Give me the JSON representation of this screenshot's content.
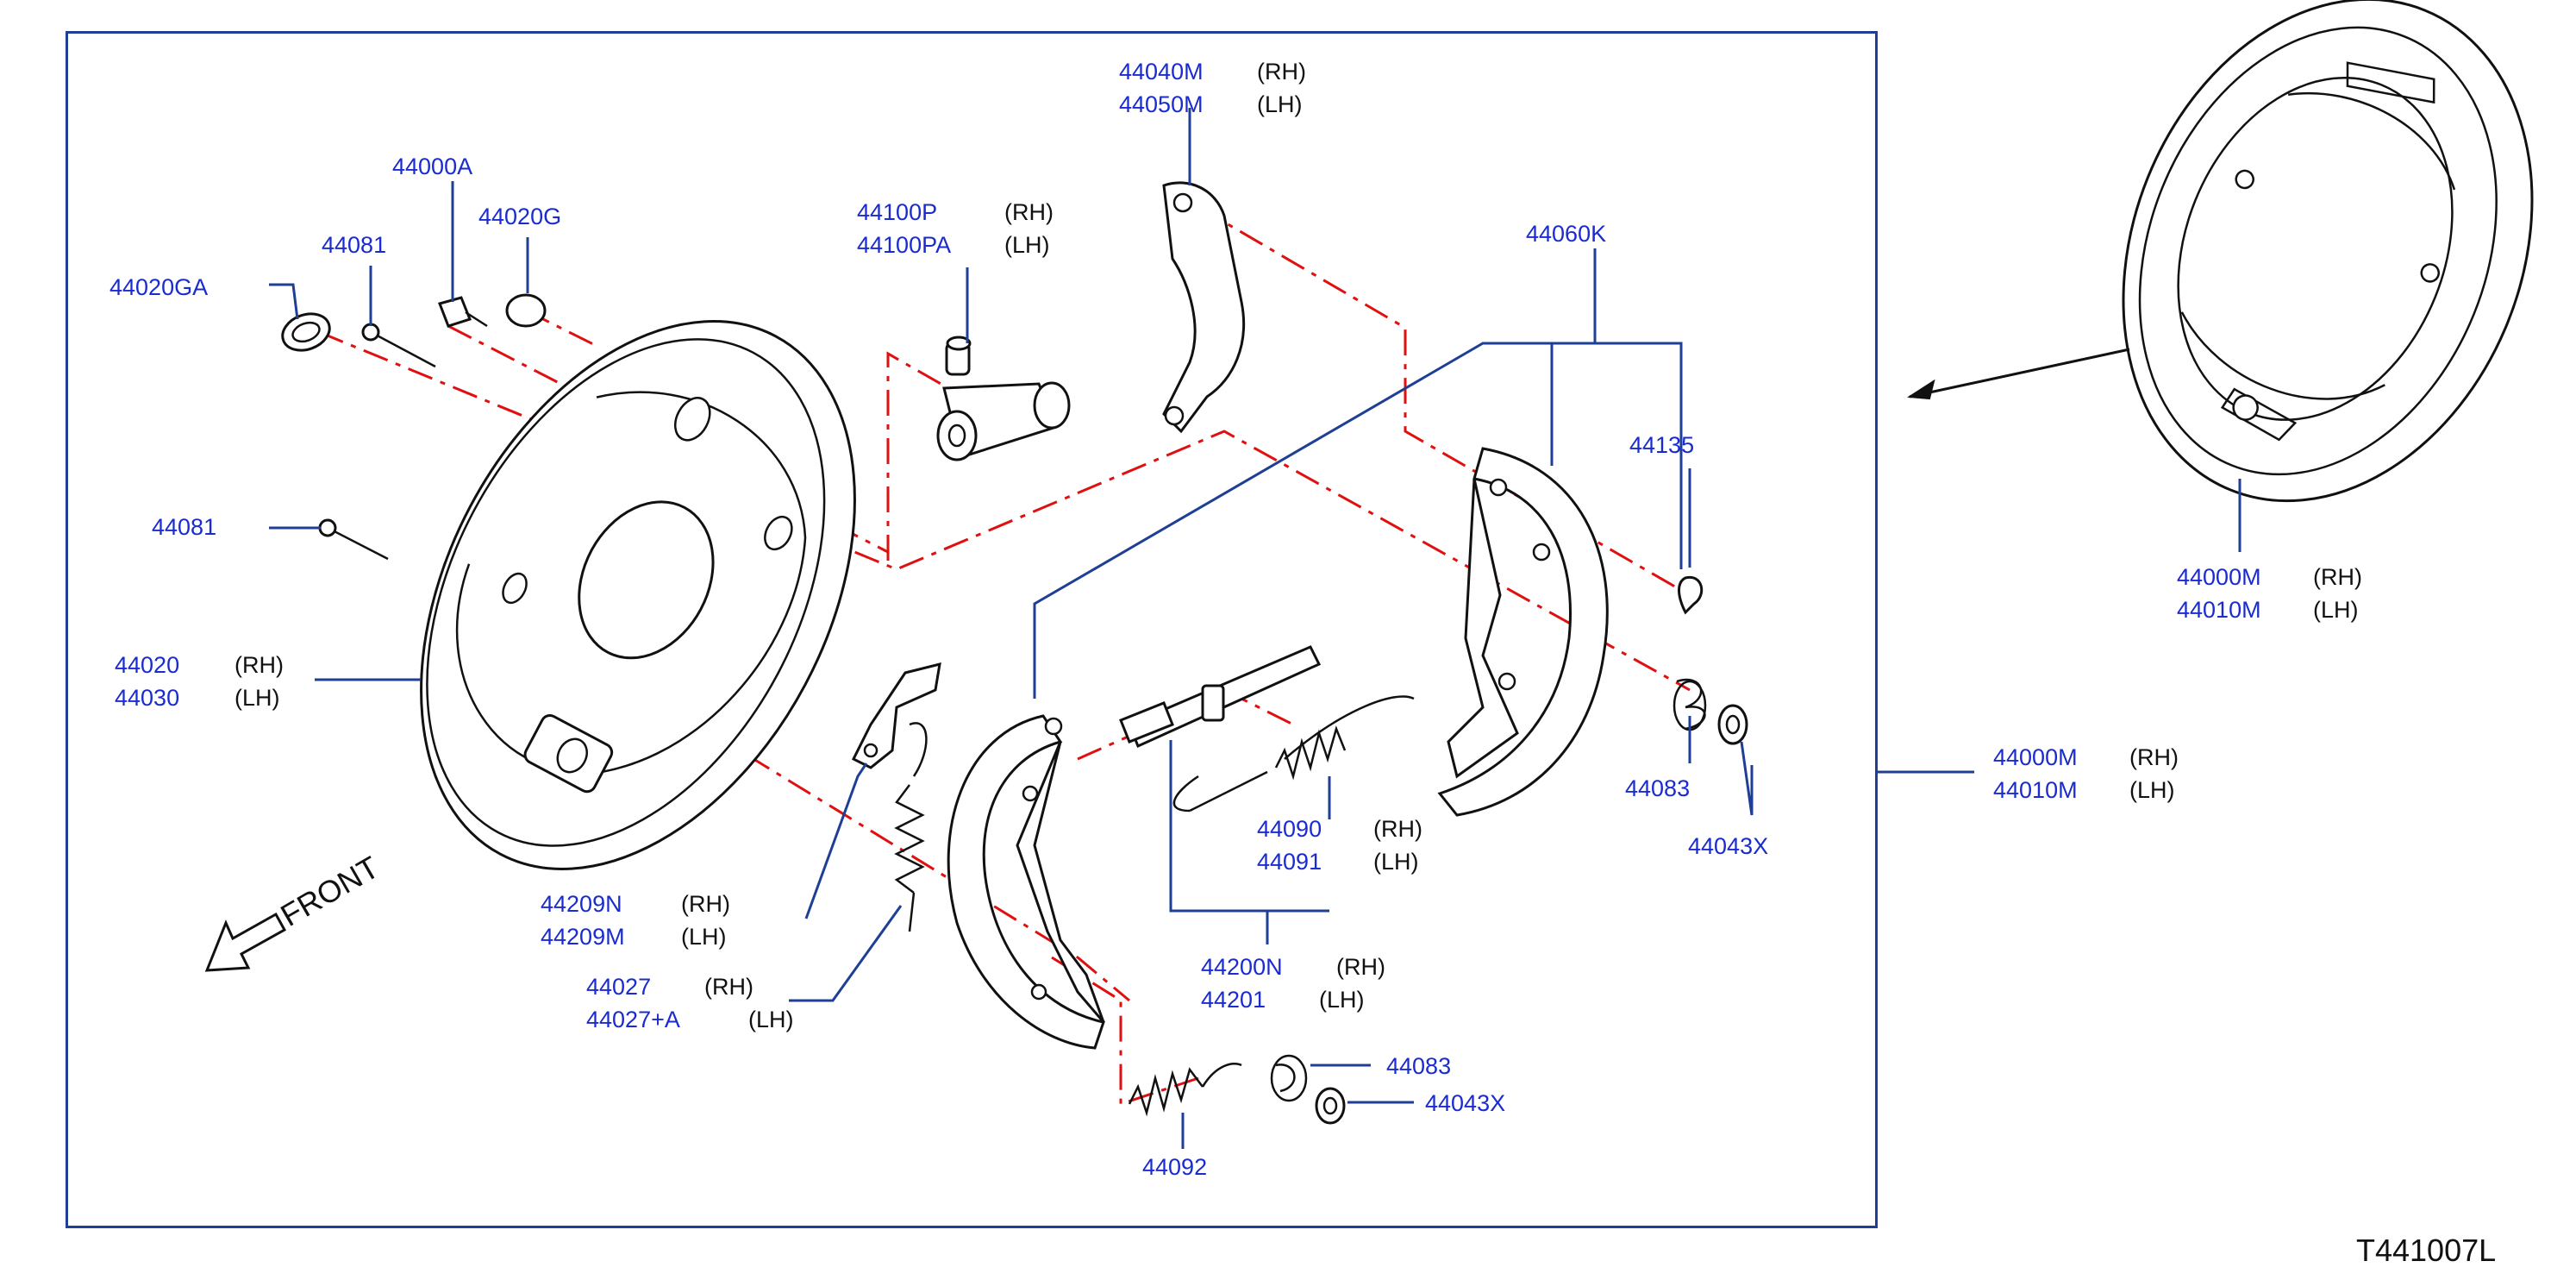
{
  "diagram_id": "T441007L",
  "front_label": "FRONT",
  "side_rh": "(RH)",
  "side_lh": "(LH)",
  "colors": {
    "part_number": "#1a2ccf",
    "leader": "#1f3f95",
    "centerline": "#e01010",
    "outline": "#111111"
  },
  "parts": {
    "p44040M": "44040M",
    "p44050M": "44050M",
    "p44100P": "44100P",
    "p44100PA": "44100PA",
    "p44000A": "44000A",
    "p44081_top": "44081",
    "p44020G": "44020G",
    "p44020GA": "44020GA",
    "p44060K": "44060K",
    "p44135": "44135",
    "p44081_mid": "44081",
    "p44020": "44020",
    "p44030": "44030",
    "p44083_right": "44083",
    "p44043X_right": "44043X",
    "p44090": "44090",
    "p44091": "44091",
    "p44209N": "44209N",
    "p44209M": "44209M",
    "p44200N": "44200N",
    "p44201": "44201",
    "p44027": "44027",
    "p44027A": "44027+A",
    "p44083_bottom": "44083",
    "p44043X_bottom": "44043X",
    "p44092": "44092",
    "p44000M_assy": "44000M",
    "p44010M_assy": "44010M",
    "p44000M_main": "44000M",
    "p44010M_main": "44010M"
  }
}
